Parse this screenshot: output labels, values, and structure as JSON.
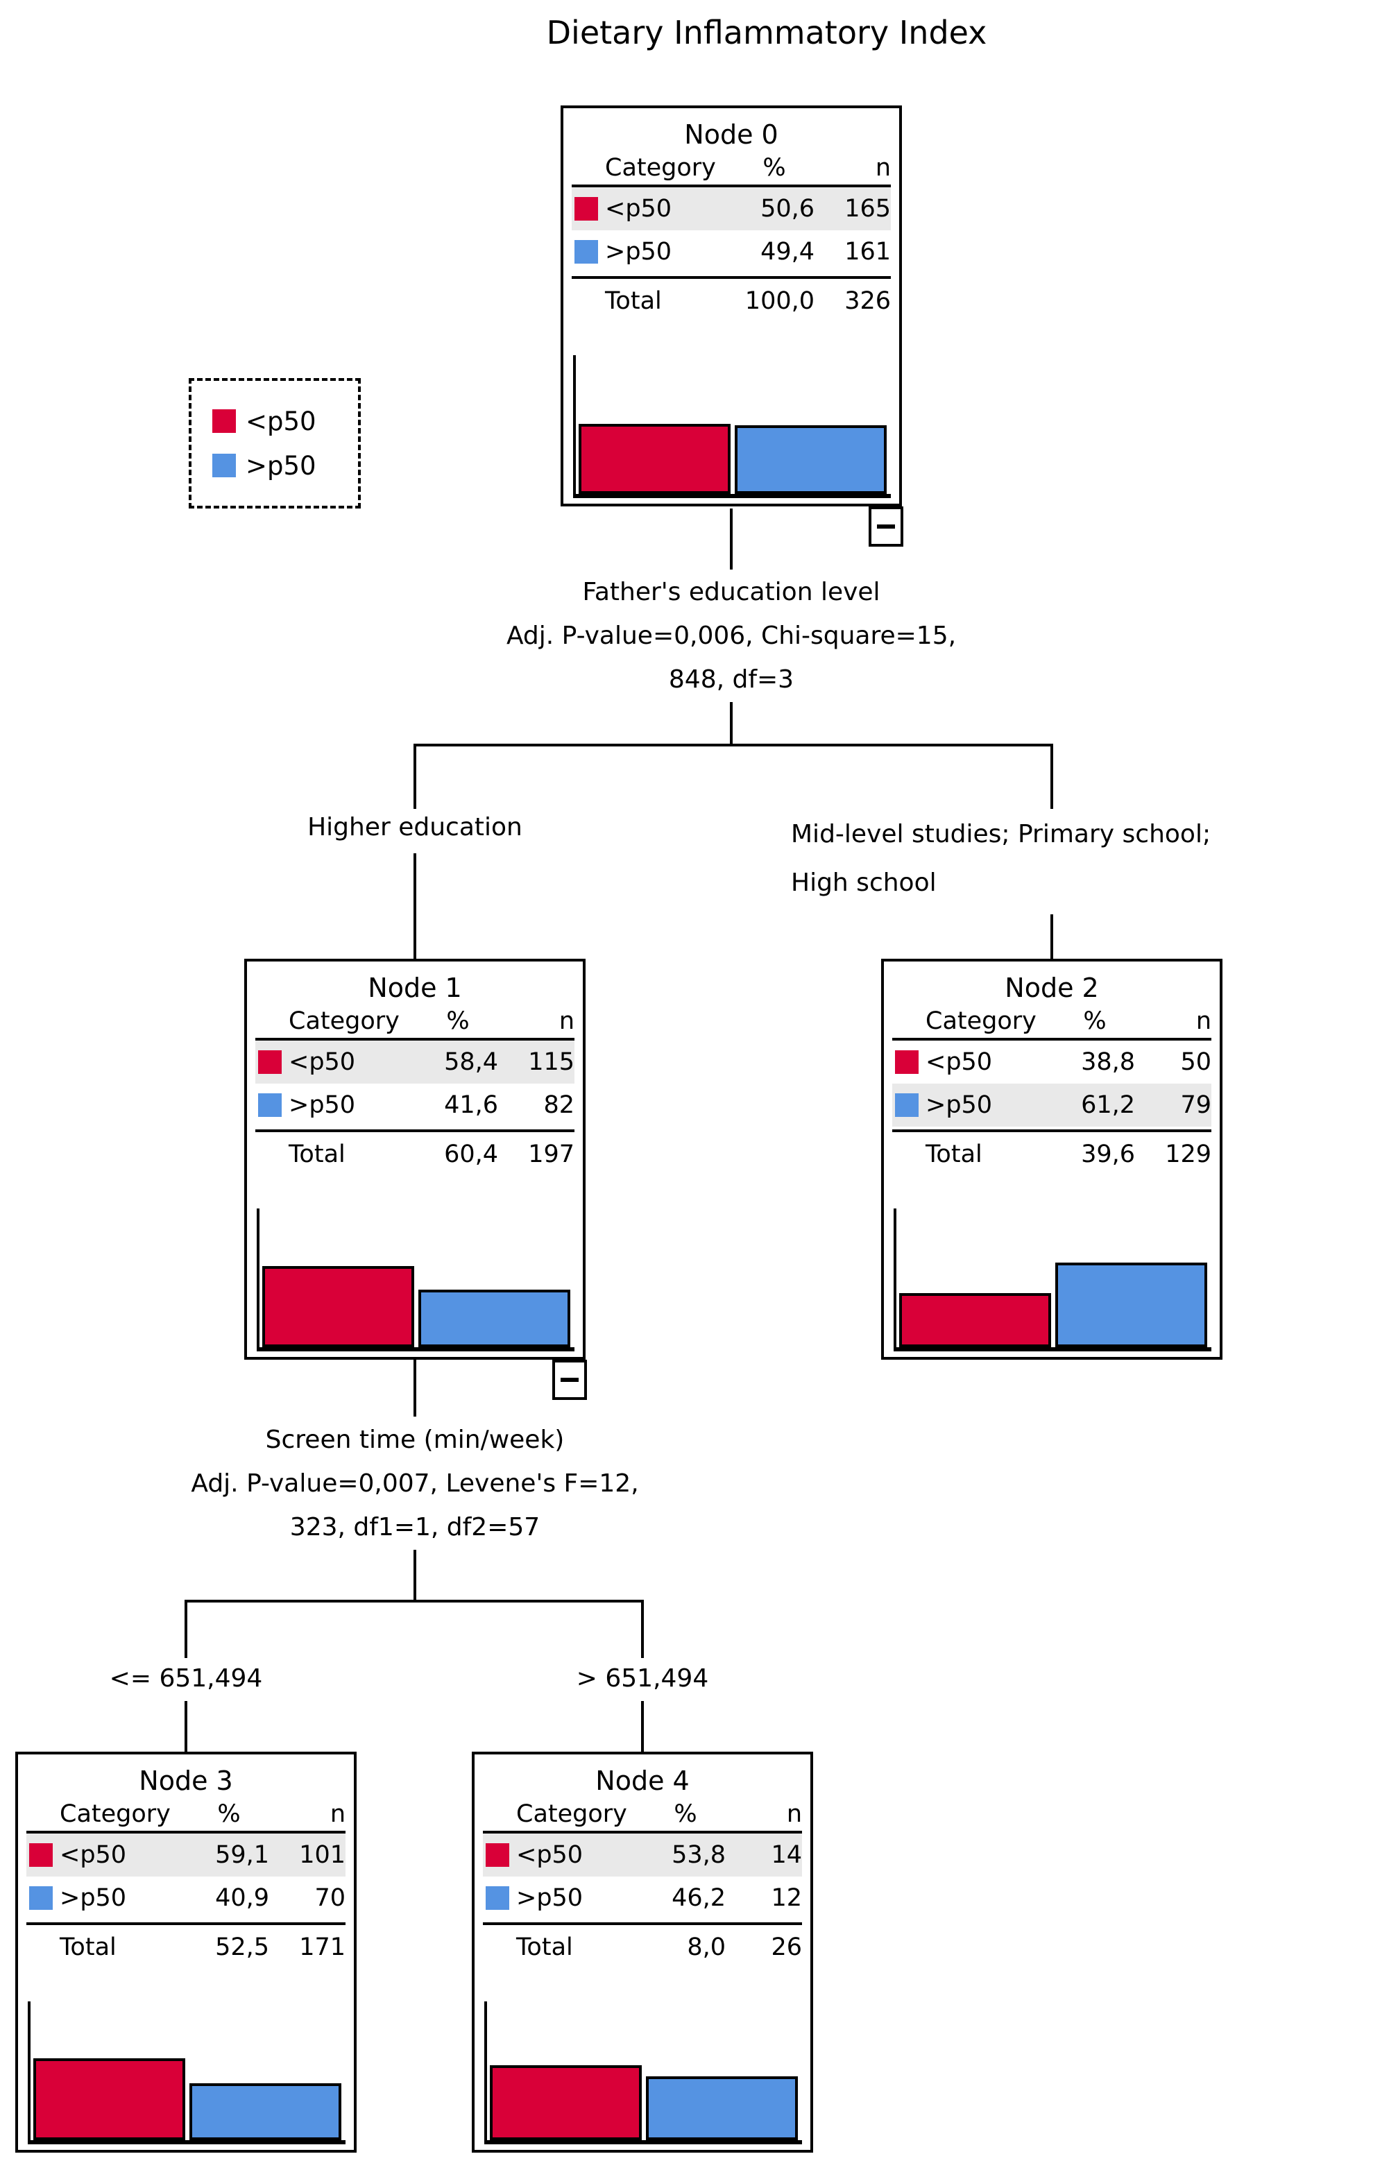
{
  "title": "Dietary Inflammatory Index",
  "colors": {
    "category_red": "#D90038",
    "category_blue": "#5593E2",
    "highlight_row": "#E9E9E9",
    "line": "#000000"
  },
  "legend": {
    "items": [
      {
        "label": "<p50",
        "color": "#D90038"
      },
      {
        "label": ">p50",
        "color": "#5593E2"
      }
    ]
  },
  "table_headers": {
    "category": "Category",
    "pct": "%",
    "n": "n"
  },
  "total_label": "Total",
  "collapse_icon": "minus",
  "nodes": [
    {
      "title": "Node 0",
      "rows": [
        {
          "category": "<p50",
          "pct": "50,6",
          "n": "165",
          "highlight": true
        },
        {
          "category": ">p50",
          "pct": "49,4",
          "n": "161",
          "highlight": false
        }
      ],
      "total": {
        "pct": "100,0",
        "n": "326"
      },
      "bars": [
        50.6,
        49.4
      ],
      "collapsible": true
    },
    {
      "title": "Node 1",
      "rows": [
        {
          "category": "<p50",
          "pct": "58,4",
          "n": "115",
          "highlight": true
        },
        {
          "category": ">p50",
          "pct": "41,6",
          "n": "82",
          "highlight": false
        }
      ],
      "total": {
        "pct": "60,4",
        "n": "197"
      },
      "bars": [
        58.4,
        41.6
      ],
      "collapsible": true
    },
    {
      "title": "Node 2",
      "rows": [
        {
          "category": "<p50",
          "pct": "38,8",
          "n": "50",
          "highlight": false
        },
        {
          "category": ">p50",
          "pct": "61,2",
          "n": "79",
          "highlight": true
        }
      ],
      "total": {
        "pct": "39,6",
        "n": "129"
      },
      "bars": [
        38.8,
        61.2
      ],
      "collapsible": false
    },
    {
      "title": "Node 3",
      "rows": [
        {
          "category": "<p50",
          "pct": "59,1",
          "n": "101",
          "highlight": true
        },
        {
          "category": ">p50",
          "pct": "40,9",
          "n": "70",
          "highlight": false
        }
      ],
      "total": {
        "pct": "52,5",
        "n": "171"
      },
      "bars": [
        59.1,
        40.9
      ],
      "collapsible": false
    },
    {
      "title": "Node 4",
      "rows": [
        {
          "category": "<p50",
          "pct": "53,8",
          "n": "14",
          "highlight": true
        },
        {
          "category": ">p50",
          "pct": "46,2",
          "n": "12",
          "highlight": false
        }
      ],
      "total": {
        "pct": "8,0",
        "n": "26"
      },
      "bars": [
        53.8,
        46.2
      ],
      "collapsible": false
    }
  ],
  "splits": [
    {
      "variable": "Father's education level",
      "stats_line_1": "Adj. P-value=0,006, Chi-square=15,",
      "stats_line_2": "848, df=3",
      "left_branch_label": "Higher education",
      "right_branch_label_lines": [
        "Mid-level studies; Primary school;",
        "High school"
      ]
    },
    {
      "variable": "Screen time (min/week)",
      "stats_line_1": "Adj. P-value=0,007, Levene's F=12,",
      "stats_line_2": "323, df1=1, df2=57",
      "left_branch_label": "<= 651,494",
      "right_branch_label": "> 651,494"
    }
  ]
}
